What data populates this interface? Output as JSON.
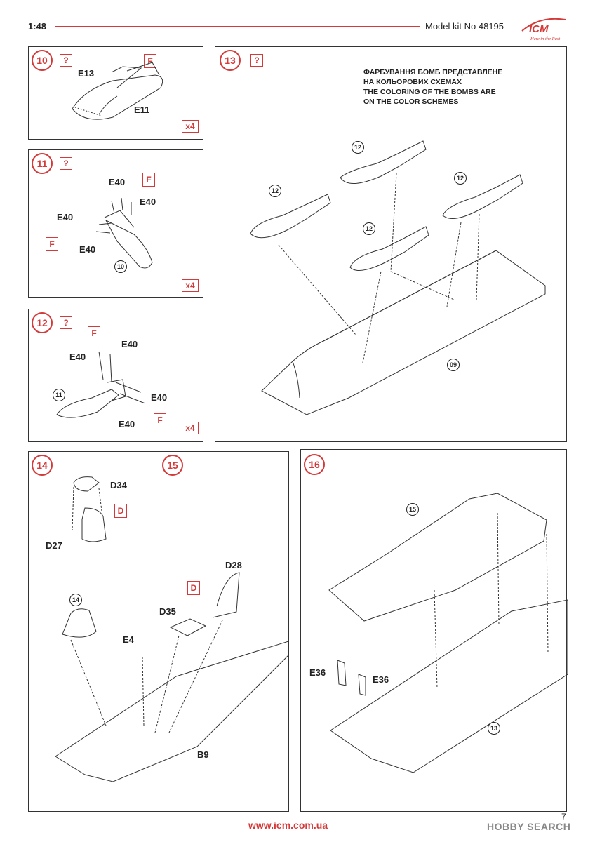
{
  "header": {
    "scale": "1:48",
    "kit": "Model kit No 48195",
    "logo": "ICM",
    "logo_tagline": "Here in the Past"
  },
  "panels": [
    {
      "step": "10",
      "q": "?",
      "multiplier": "x4",
      "labels": [
        "E13",
        "E11"
      ],
      "ref_box": "F"
    },
    {
      "step": "11",
      "q": "?",
      "multiplier": "x4",
      "labels": [
        "E40",
        "E40",
        "E40",
        "E40"
      ],
      "ref_box": "F",
      "sub_ref": "10"
    },
    {
      "step": "12",
      "q": "?",
      "multiplier": "x4",
      "labels": [
        "E40",
        "E40",
        "E40",
        "E40"
      ],
      "ref_box": "F",
      "sub_ref": "11"
    },
    {
      "step": "13",
      "q": "?",
      "sub_refs": [
        "12",
        "12",
        "12",
        "12"
      ],
      "base_ref": "09"
    },
    {
      "step": "14",
      "labels": [
        "D34",
        "D27"
      ],
      "ref_box": "D"
    },
    {
      "step": "15",
      "labels": [
        "D28",
        "D35",
        "E4",
        "B9"
      ],
      "ref_box": "D",
      "sub_ref": "14"
    },
    {
      "step": "16",
      "labels": [
        "E36",
        "E36"
      ],
      "sub_refs": [
        "15",
        "13"
      ]
    }
  ],
  "note": {
    "ua_line1": "ФАРБУВАННЯ БОМБ ПРЕДСТАВЛЕНЕ",
    "ua_line2": "НА КОЛЬОРОВИХ СХЕМАХ",
    "en_line1": "THE COLORING OF THE BOMBS ARE",
    "en_line2": "ON THE COLOR SCHEMES"
  },
  "footer": {
    "url": "www.icm.com.ua",
    "page": "7",
    "watermark": "HOBBY SEARCH"
  },
  "colors": {
    "accent": "#d43a3a",
    "ink": "#333333"
  }
}
